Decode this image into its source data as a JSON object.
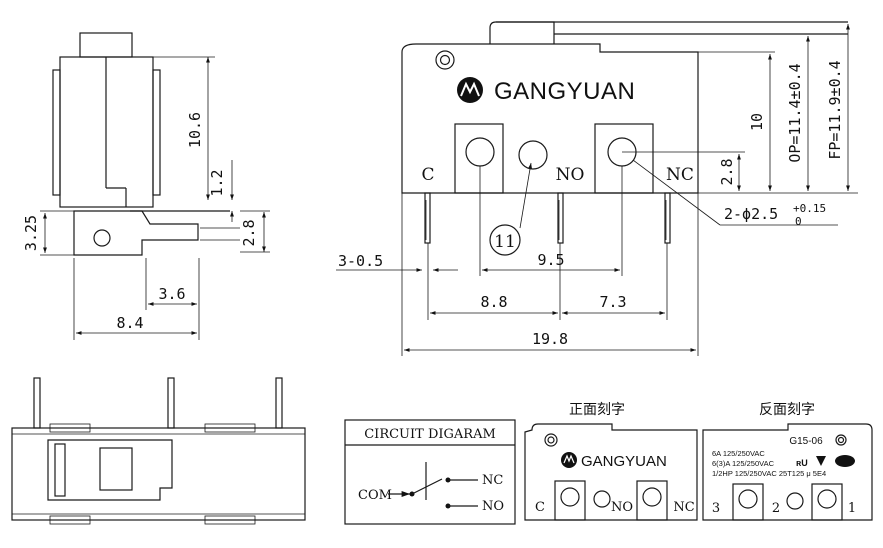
{
  "side_view": {
    "dims": {
      "height": "10.6",
      "step": "1.2",
      "lever_height": "3.25",
      "lever_gap": "2.8",
      "offset": "3.6",
      "width": "8.4"
    }
  },
  "front_view": {
    "brand": "GANGYUAN",
    "terminals": {
      "c": "C",
      "no": "NO",
      "nc": "NC"
    },
    "callout": "11",
    "dims": {
      "op": "OP=11.4±0.4",
      "fp": "FP=11.9±0.4",
      "body_height": "10",
      "hole_height": "2.8",
      "hole_dia_prefix": "2-ϕ2.5",
      "hole_tol_upper": "+0.15",
      "hole_tol_lower": "0",
      "terminal_thickness": "3-0.5",
      "hole_pitch": "9.5",
      "c_to_no": "8.8",
      "no_to_nc": "7.3",
      "total_width": "19.8"
    }
  },
  "circuit": {
    "title": "CIRCUIT DIGARAM",
    "com": "COM",
    "nc": "NC",
    "no": "NO"
  },
  "front_marking": {
    "heading": "正面刻字",
    "brand": "GANGYUAN",
    "c": "C",
    "no": "NO",
    "nc": "NC"
  },
  "back_marking": {
    "heading": "反面刻字",
    "model": "G15-06",
    "rating1": "6A 125/250VAC",
    "rating2": "6(3)A 125/250VAC",
    "rating3": "1/2HP 125/250VAC 25T125 μ 5E4",
    "pin3": "3",
    "pin2": "2",
    "pin1": "1"
  }
}
